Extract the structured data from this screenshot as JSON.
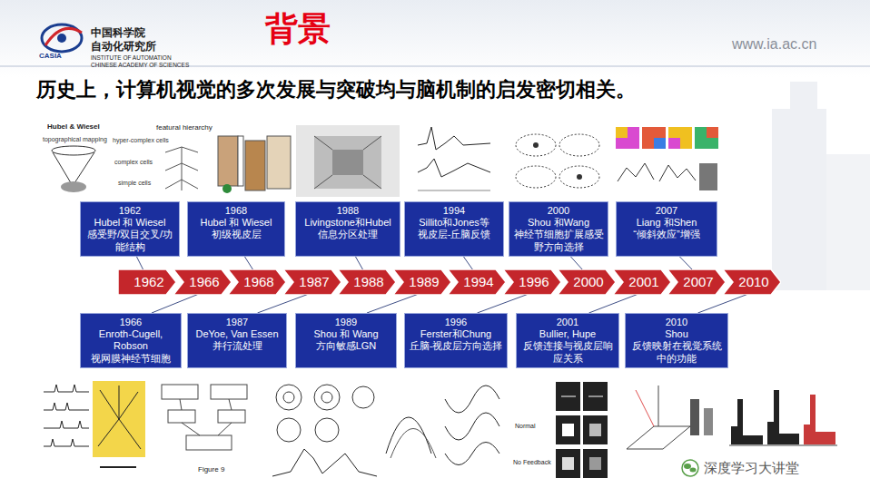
{
  "diagram": {
    "title": "背景",
    "nodes": [
      {
        "text": [
          "1962",
          "Hubel 和 Wiesel",
          "感受野/双目交叉/功能结构"
        ]
      },
      {
        "text": [
          "1968",
          "Hubel 和 Wiesel",
          "初级视皮层"
        ]
      },
      {
        "text": [
          "1988",
          "Livingstone和Hubel",
          "信息分区处理"
        ]
      },
      {
        "text": [
          "1994",
          "Sillito和Jones等",
          "视皮层-丘脑反馈"
        ]
      },
      {
        "text": [
          "2000",
          "Shou 和Wang",
          "神经节细胞扩展感受野方向选择"
        ]
      },
      {
        "text": [
          "2007",
          "Liang 和Shen",
          "“倾斜效应”增强"
        ]
      },
      {
        "text": [
          "1962"
        ]
      },
      {
        "text": [
          "1966"
        ]
      },
      {
        "text": [
          "1968"
        ]
      },
      {
        "text": [
          "1987"
        ]
      },
      {
        "text": [
          "1988"
        ]
      },
      {
        "text": [
          "1989"
        ]
      },
      {
        "text": [
          "1994"
        ]
      },
      {
        "text": [
          "1996"
        ]
      },
      {
        "text": [
          "2000"
        ]
      },
      {
        "text": [
          "2001"
        ]
      },
      {
        "text": [
          "2007"
        ]
      },
      {
        "text": [
          "2010"
        ]
      },
      {
        "text": [
          "1966",
          "Enroth-Cugell, Robson",
          "视网膜神经节细胞"
        ]
      },
      {
        "text": [
          "1987",
          "DeYoe, Van Essen",
          "并行流处理"
        ]
      },
      {
        "text": [
          "1989",
          "Shou 和 Wang",
          "方向敏感LGN"
        ]
      },
      {
        "text": [
          "1996",
          "Ferster和Chung",
          "丘脑-视皮层方向选择"
        ]
      },
      {
        "text": [
          "2001",
          "Bullier, Hupe",
          "反馈连接与视皮层响应关系"
        ]
      },
      {
        "text": [
          "2010",
          "Shou",
          "反馈映射在视觉系统中的功能"
        ]
      }
    ],
    "edges": [
      {
        "from": 0,
        "to": 6,
        "arrow": "none"
      },
      {
        "from": 1,
        "to": 8,
        "arrow": "none"
      },
      {
        "from": 2,
        "to": 10,
        "arrow": "none"
      },
      {
        "from": 3,
        "to": 12,
        "arrow": "none"
      },
      {
        "from": 4,
        "to": 14,
        "arrow": "none"
      },
      {
        "from": 5,
        "to": 16,
        "arrow": "none"
      },
      {
        "from": 18,
        "to": 7,
        "arrow": "none"
      },
      {
        "from": 19,
        "to": 9,
        "arrow": "none"
      },
      {
        "from": 20,
        "to": 11,
        "arrow": "none"
      },
      {
        "from": 21,
        "to": 13,
        "arrow": "none"
      },
      {
        "from": 22,
        "to": 15,
        "arrow": "none"
      },
      {
        "from": 23,
        "to": 17,
        "arrow": "none"
      }
    ],
    "labels": [
      "CASIA",
      "中国科学院",
      "自动化研究所",
      "INSTITUTE OF AUTOMATION",
      "CHINESE ACADEMY OF SCIENCES",
      "www.ia.ac.cn",
      "历史上，计算机视觉的多次发展与突破均与脑机制的启发密切相关。",
      "Hubel & Wiesel",
      "topographical mapping",
      "featural hierarchy",
      "hyper-complex cells",
      "complex cells",
      "simple cells",
      "Figure 9",
      "Normal",
      "No Feedback",
      "深度学习大讲堂"
    ]
  }
}
